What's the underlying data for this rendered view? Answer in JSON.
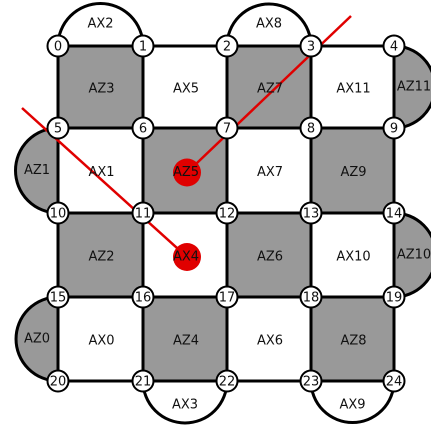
{
  "colors": {
    "dark_face": "#999999",
    "light_face": "#ffffff",
    "edge": "#000000",
    "highlight": "#e00000"
  },
  "faces": [
    {
      "label": "AZ3",
      "row": 0,
      "col": 0,
      "shade": "dark"
    },
    {
      "label": "AX5",
      "row": 0,
      "col": 1,
      "shade": "light"
    },
    {
      "label": "AZ7",
      "row": 0,
      "col": 2,
      "shade": "dark"
    },
    {
      "label": "AX11",
      "row": 0,
      "col": 3,
      "shade": "light"
    },
    {
      "label": "AX1",
      "row": 1,
      "col": 0,
      "shade": "light"
    },
    {
      "label": "AZ5",
      "row": 1,
      "col": 1,
      "shade": "dark"
    },
    {
      "label": "AX7",
      "row": 1,
      "col": 2,
      "shade": "light"
    },
    {
      "label": "AZ9",
      "row": 1,
      "col": 3,
      "shade": "dark"
    },
    {
      "label": "AZ2",
      "row": 2,
      "col": 0,
      "shade": "dark"
    },
    {
      "label": "AX4",
      "row": 2,
      "col": 1,
      "shade": "light"
    },
    {
      "label": "AZ6",
      "row": 2,
      "col": 2,
      "shade": "dark"
    },
    {
      "label": "AX10",
      "row": 2,
      "col": 3,
      "shade": "light"
    },
    {
      "label": "AX0",
      "row": 3,
      "col": 0,
      "shade": "light"
    },
    {
      "label": "AZ4",
      "row": 3,
      "col": 1,
      "shade": "dark"
    },
    {
      "label": "AX6",
      "row": 3,
      "col": 2,
      "shade": "light"
    },
    {
      "label": "AZ8",
      "row": 3,
      "col": 3,
      "shade": "dark"
    }
  ],
  "boundary": [
    {
      "label": "AX2",
      "side": "top",
      "index": 0,
      "shade": "light"
    },
    {
      "label": "AX8",
      "side": "top",
      "index": 2,
      "shade": "light"
    },
    {
      "label": "AZ11",
      "side": "right",
      "index": 0,
      "shade": "dark"
    },
    {
      "label": "AZ10",
      "side": "right",
      "index": 2,
      "shade": "dark"
    },
    {
      "label": "AZ1",
      "side": "left",
      "index": 1,
      "shade": "dark"
    },
    {
      "label": "AZ0",
      "side": "left",
      "index": 3,
      "shade": "dark"
    },
    {
      "label": "AX3",
      "side": "bottom",
      "index": 1,
      "shade": "light"
    },
    {
      "label": "AX9",
      "side": "bottom",
      "index": 3,
      "shade": "light"
    }
  ],
  "nodes": [
    "0",
    "1",
    "2",
    "3",
    "4",
    "5",
    "6",
    "7",
    "8",
    "9",
    "10",
    "11",
    "12",
    "13",
    "14",
    "15",
    "16",
    "17",
    "18",
    "19",
    "20",
    "21",
    "22",
    "23",
    "24"
  ],
  "highlighted_faces": [
    "AZ5",
    "AX4"
  ]
}
